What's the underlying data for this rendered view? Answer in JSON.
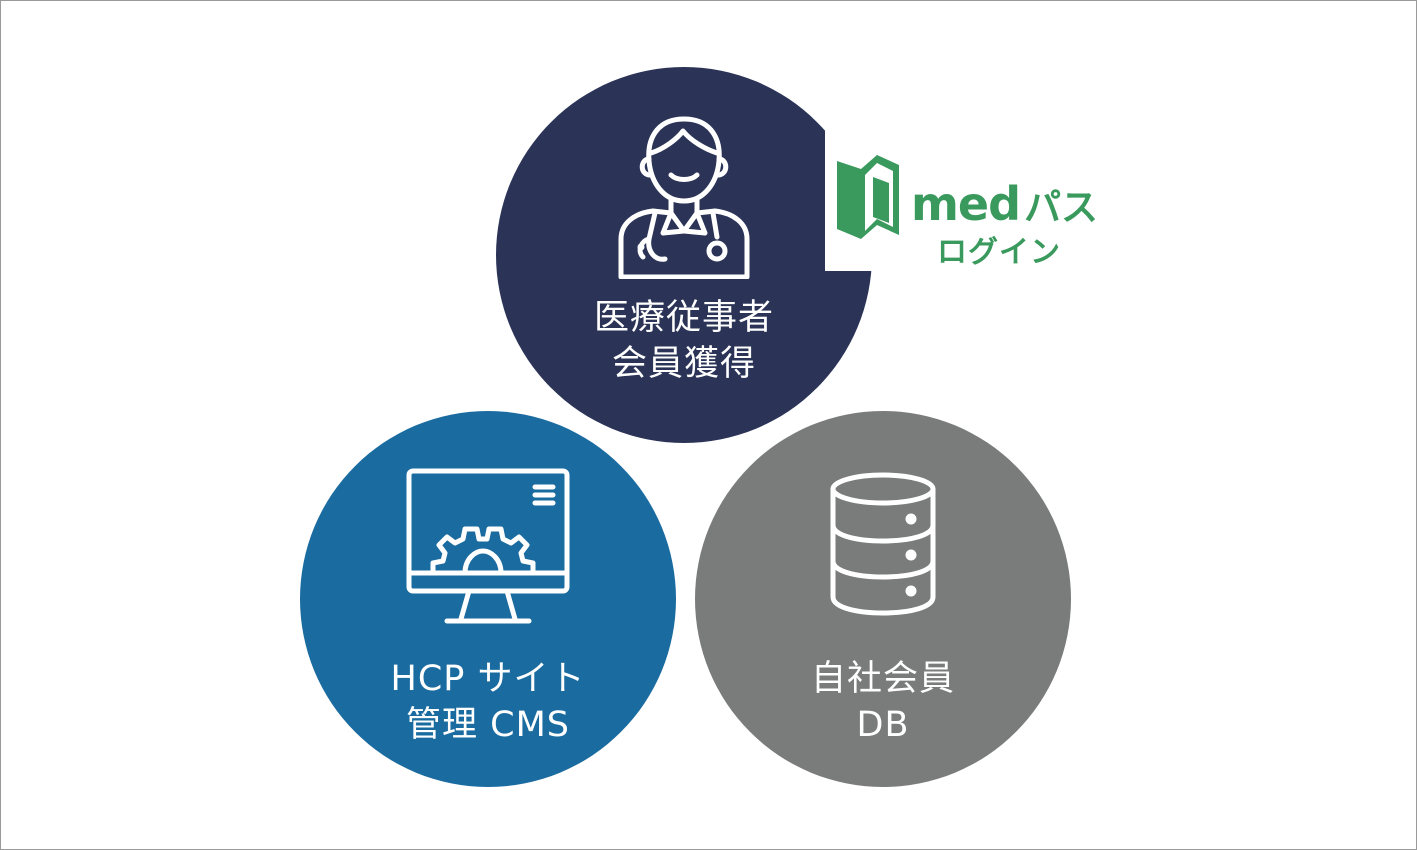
{
  "circles": [
    {
      "id": "hcp-acquisition",
      "lines": [
        "医療従事者",
        "会員獲得"
      ],
      "icon": "doctor-icon",
      "color": "#2b3457"
    },
    {
      "id": "cms",
      "lines": [
        "HCP サイト",
        "管理 CMS"
      ],
      "icon": "monitor-gear-icon",
      "color": "#1a6ba0"
    },
    {
      "id": "member-db",
      "lines": [
        "自社会員",
        "DB"
      ],
      "icon": "database-icon",
      "color": "#7a7b7b"
    }
  ],
  "logo": {
    "word": "med",
    "word_suffix": "パス",
    "sub": "ログイン",
    "color": "#3a9a5d"
  }
}
